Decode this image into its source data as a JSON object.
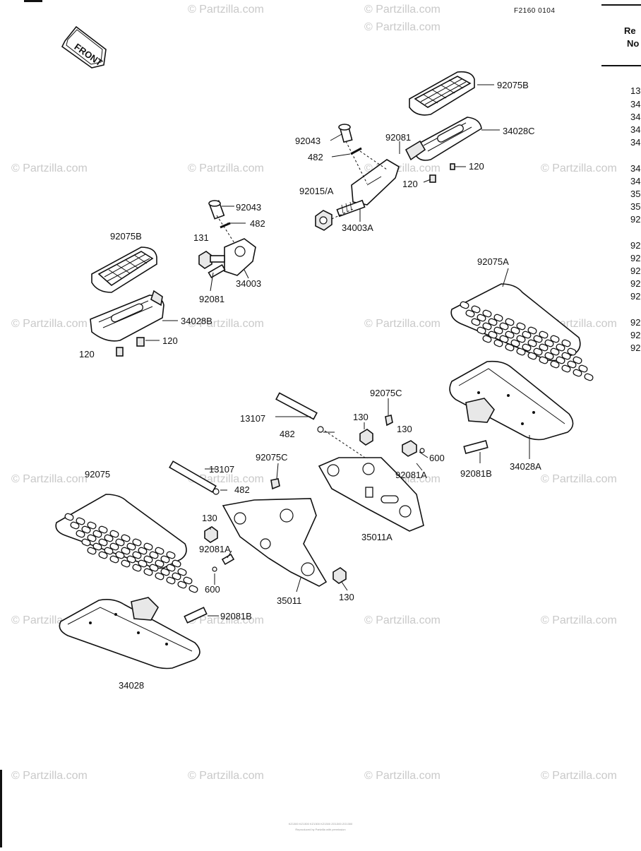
{
  "diagram": {
    "code": "F2160 0104",
    "front_label": "FRONT",
    "ref_header": [
      "Re",
      "No"
    ],
    "ref_numbers": [
      "13",
      "34",
      "34",
      "34",
      "34",
      "34",
      "34",
      "35",
      "35",
      "92",
      "92",
      "92",
      "92",
      "92",
      "92",
      "92",
      "92",
      "92"
    ],
    "watermark": "© Partzilla.com",
    "footer_line1": "KZ1300 KZ1300 KZ1300 KZ1300 ZG1300 ZG1300",
    "footer_line2": "Reproduced by Partzilla with permission",
    "labels": [
      "92075B",
      "34028C",
      "92043",
      "92081",
      "482",
      "120",
      "92015/A",
      "120",
      "34003A",
      "92043",
      "482",
      "131",
      "92075B",
      "34003",
      "92081",
      "34028B",
      "120",
      "120",
      "92075A",
      "92075C",
      "13107",
      "130",
      "482",
      "130",
      "600",
      "92081A",
      "92081B",
      "34028A",
      "92075C",
      "13107",
      "482",
      "92075",
      "130",
      "35011A",
      "92081A",
      "600",
      "130",
      "35011",
      "92081B",
      "34028"
    ]
  }
}
